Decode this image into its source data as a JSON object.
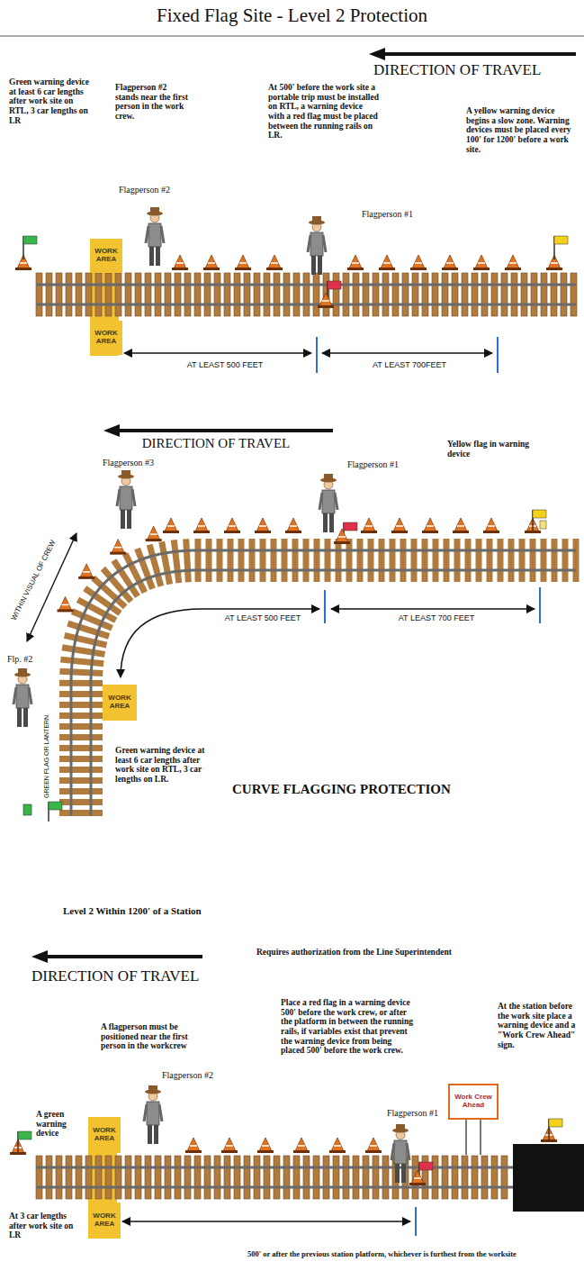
{
  "diagram": {
    "title": "Fixed Flag Site - Level 2 Protection",
    "nodes": [
      {
        "text": [
          "WORK AREA"
        ]
      },
      {
        "text": [
          "WORK AREA"
        ]
      },
      {
        "text": [
          "WORK AREA"
        ]
      },
      {
        "text": [
          "WORK AREA"
        ]
      },
      {
        "text": [
          "WORK AREA"
        ]
      },
      {
        "text": [
          "Work Crew Ahead"
        ]
      }
    ],
    "labels": [
      "DIRECTION OF TRAVEL",
      "Green warning device at least 6 car lengths after work site on RTL, 3 car lengths on LR",
      "Flagperson #2 stands near the first person in the work crew.",
      "At 500' before the work site a portable trip must be installed on RTL, a warning device with a red flag must be placed between the running rails on LR.",
      "A yellow warning device begins a slow zone. Warning devices must be placed every 100' for 1200' before a work site.",
      "Flagperson #2",
      "Flagperson #1",
      "AT LEAST 500 FEET",
      "AT LEAST 700FEET",
      "DIRECTION OF TRAVEL",
      "Yellow flag in warning device",
      "Flagperson #3",
      "Flagperson #1",
      "WITHIN VISUAL OF CREW",
      "AT LEAST 500 FEET",
      "AT LEAST 700 FEET",
      "Flp. #2",
      "GREEN FLAG OR LANTERN",
      "Green warning device at least 6 car lengths after work site on RTL, 3 car lengths on LR.",
      "CURVE FLAGGING PROTECTION",
      "Level 2 Within 1200' of a Station",
      "Requires authorization from the Line Superintendent",
      "DIRECTION OF TRAVEL",
      "A flagperson must be positioned near the first person in the workcrew",
      "Place a red flag in a warning device 500' before the work crew, or after the platform in between the running rails, if variables exist that prevent the warning device from being placed 500' before the work crew.",
      "At the station before the work site place a warning device and a \"Work Crew Ahead\" sign.",
      "Flagperson #2",
      "Flagperson #1",
      "A green warning device",
      "At 3 car lengths after work site on LR",
      "500' or after the previous station platform, whichever is furthest from the worksite"
    ]
  }
}
